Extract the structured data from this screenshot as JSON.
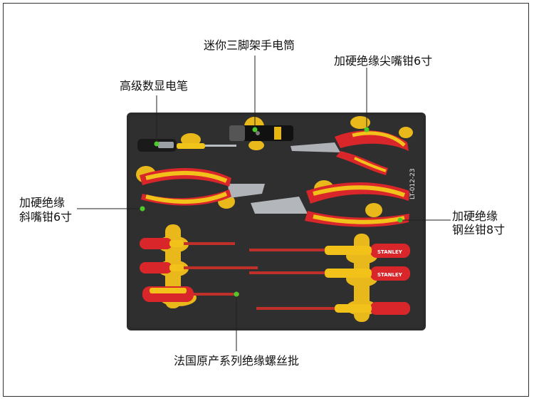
{
  "labels": {
    "flashlight": "迷你三脚架手电筒",
    "tester": "高级数显电笔",
    "needle_pliers": "加硬绝缘尖嘴钳6寸",
    "diagonal_line1": "加硬绝缘",
    "diagonal_line2": "斜嘴钳6寸",
    "lineman_line1": "加硬绝缘",
    "lineman_line2": "钢丝钳8寸",
    "screwdrivers": "法国原产系列绝缘螺丝批"
  },
  "tray_code": "LT-012-23",
  "brand_text": "STANLEY",
  "colors": {
    "foam": "#2a2a2a",
    "yellow": "#f2c21a",
    "red": "#d8262a",
    "marker": "#4ccb2a",
    "steel": "#b9bcc0"
  }
}
